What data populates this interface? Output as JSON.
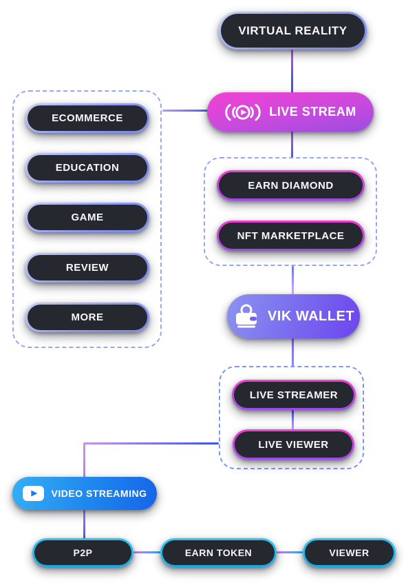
{
  "diagram": {
    "virtual_reality": {
      "label": "VIRTUAL REALITY"
    },
    "live_stream": {
      "label": "LIVE STREAM",
      "icon": "broadcast-play-icon"
    },
    "categories": {
      "items": [
        {
          "label": "ECOMMERCE"
        },
        {
          "label": "EDUCATION"
        },
        {
          "label": "GAME"
        },
        {
          "label": "REVIEW"
        },
        {
          "label": "MORE"
        }
      ]
    },
    "stream_features": {
      "items": [
        {
          "label": "EARN DIAMOND"
        },
        {
          "label": "NFT MARKETPLACE"
        }
      ]
    },
    "vik_wallet": {
      "label": "VIK WALLET",
      "icon": "wallet-coin-icon"
    },
    "wallet_users": {
      "items": [
        {
          "label": "LIVE STREAMER"
        },
        {
          "label": "LIVE VIEWER"
        }
      ]
    },
    "video_streaming": {
      "label": "VIDEO STREAMING",
      "icon": "video-play-icon"
    },
    "streaming_row": {
      "items": [
        {
          "label": "P2P"
        },
        {
          "label": "EARN TOKEN"
        },
        {
          "label": "VIEWER"
        }
      ]
    }
  },
  "colors": {
    "background": "#ffffff",
    "node_fill_dark": "#26282f",
    "pink_gradient_top": "#f23ed2",
    "pink_gradient_bottom": "#9c4be4",
    "purple_gradient_left": "#8c93f0",
    "purple_gradient_right": "#6d44ee",
    "blue_gradient_left": "#35aff5",
    "blue_gradient_right": "#1565e8",
    "cyan_border": "#1db6ea",
    "periwinkle_border": "#8e9af0",
    "dashed_border": "#96a6f6",
    "connector_blue": "#3f57e8",
    "connector_pink": "#cf55ee",
    "text": "#ffffff"
  }
}
